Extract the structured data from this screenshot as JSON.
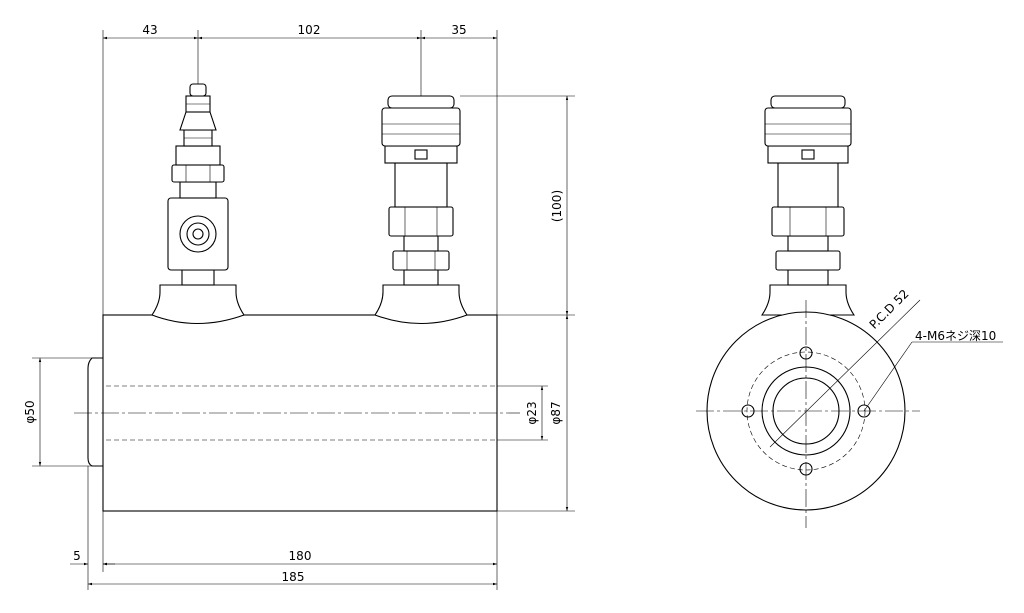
{
  "dimensions": {
    "top_43": "43",
    "top_102": "102",
    "top_35": "35",
    "height_100": "(100)",
    "dia_50": "φ50",
    "dia_23": "φ23",
    "dia_87": "φ87",
    "left_5": "5",
    "len_180": "180",
    "len_185": "185",
    "pcd": "P.C.D 52",
    "thread": "4-M6ネジ深10"
  }
}
